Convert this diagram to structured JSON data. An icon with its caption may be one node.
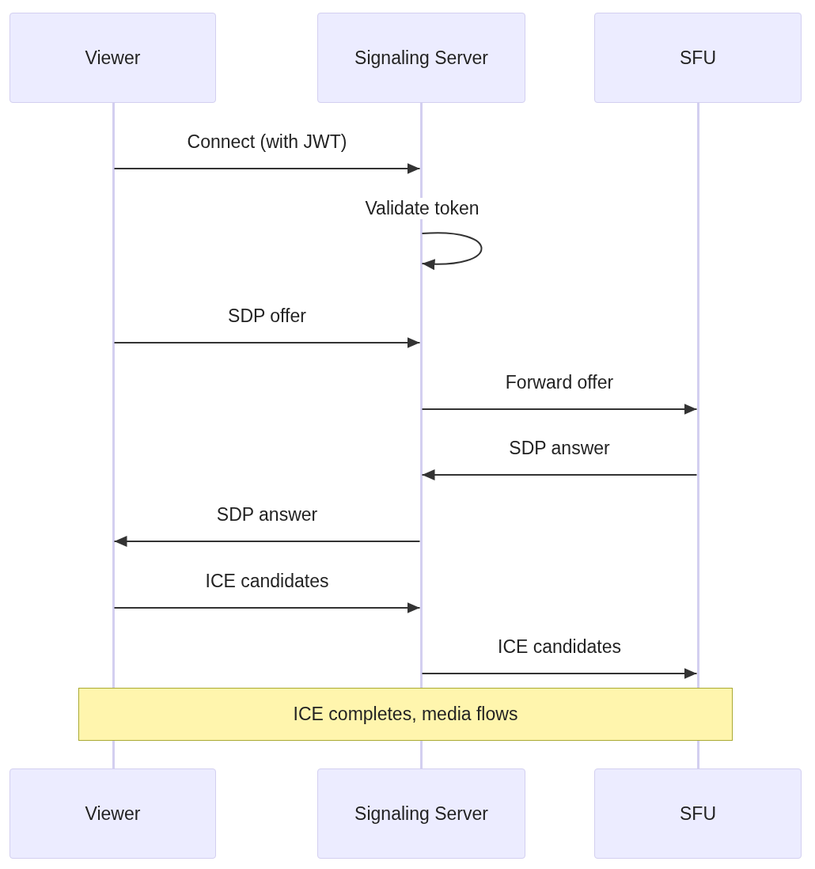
{
  "diagram": {
    "nodes": [
      {
        "text": [
          "Viewer"
        ]
      },
      {
        "text": [
          "Signaling Server"
        ]
      },
      {
        "text": [
          "SFU"
        ]
      },
      {
        "text": [],
        "shape": "bar"
      },
      {
        "text": [],
        "shape": "bar"
      },
      {
        "text": [],
        "shape": "bar"
      },
      {
        "text": [
          "Viewer"
        ]
      },
      {
        "text": [
          "Signaling Server"
        ]
      },
      {
        "text": [
          "SFU"
        ]
      },
      {
        "text": [
          "ICE completes, media flows"
        ]
      }
    ],
    "edges": [
      {
        "from": 3,
        "to": 4,
        "arrow": "to",
        "label": "Connect (with JWT)"
      },
      {
        "from": 4,
        "to": 4,
        "arrow": "to",
        "label": "Validate token"
      },
      {
        "from": 3,
        "to": 4,
        "arrow": "to",
        "label": "SDP offer"
      },
      {
        "from": 4,
        "to": 5,
        "arrow": "to",
        "label": "Forward offer"
      },
      {
        "from": 5,
        "to": 4,
        "arrow": "to",
        "label": "SDP answer"
      },
      {
        "from": 4,
        "to": 3,
        "arrow": "to",
        "label": "SDP answer"
      },
      {
        "from": 3,
        "to": 4,
        "arrow": "to",
        "label": "ICE candidates"
      },
      {
        "from": 4,
        "to": 5,
        "arrow": "to",
        "label": "ICE candidates"
      }
    ]
  }
}
